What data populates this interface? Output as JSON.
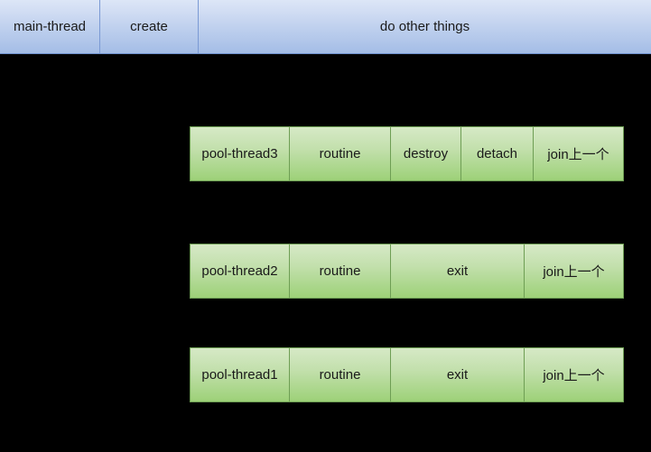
{
  "diagram": {
    "title": "thread pool lifecycle timeline",
    "background_color": "#000000",
    "main_thread": {
      "accent_color": "#a4bde6",
      "border_color": "#6b8ec9",
      "cells": [
        {
          "label": "main-thread"
        },
        {
          "label": "create"
        },
        {
          "label": "do other things"
        }
      ]
    },
    "pool_threads": [
      {
        "accent_color": "#9dd178",
        "border_color": "#6e9e54",
        "cells": [
          {
            "label": "pool-thread3"
          },
          {
            "label": "routine"
          },
          {
            "label": "destroy"
          },
          {
            "label": "detach"
          },
          {
            "label": "join上一个"
          }
        ]
      },
      {
        "accent_color": "#9dd178",
        "border_color": "#6e9e54",
        "cells": [
          {
            "label": "pool-thread2"
          },
          {
            "label": "routine"
          },
          {
            "label": "exit"
          },
          {
            "label": "join上一个"
          }
        ]
      },
      {
        "accent_color": "#9dd178",
        "border_color": "#6e9e54",
        "cells": [
          {
            "label": "pool-thread1"
          },
          {
            "label": "routine"
          },
          {
            "label": "exit"
          },
          {
            "label": "join上一个"
          }
        ]
      }
    ]
  }
}
